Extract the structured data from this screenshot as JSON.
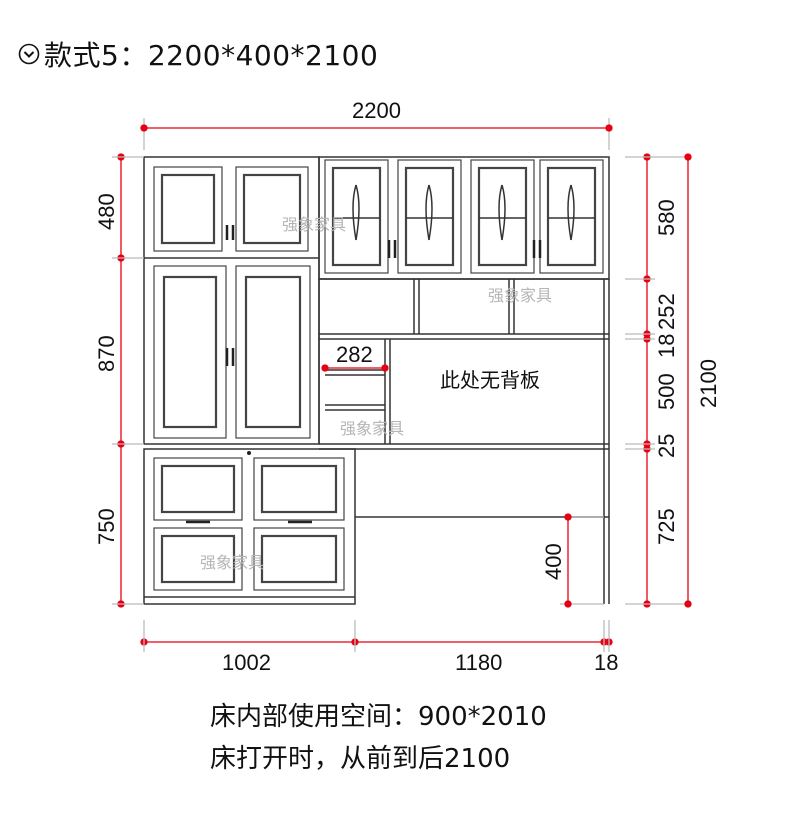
{
  "header": {
    "icon": "chevron-circle-icon",
    "title": "款式5：2200*400*2100"
  },
  "diagram": {
    "top_width": "2200",
    "left_dims": [
      "480",
      "870",
      "750"
    ],
    "right_dims": [
      "580",
      "252",
      "18",
      "500",
      "25",
      "725"
    ],
    "total_height": "2100",
    "bottom_dims": [
      "1002",
      "1180",
      "18"
    ],
    "inner_width_label": "282",
    "no_back_label": "此处无背板",
    "desk_height": "400",
    "watermark": "强象家具",
    "dim_color": "#e60012"
  },
  "notes": [
    "床内部使用空间：900*2010",
    "床打开时，从前到后2100"
  ]
}
